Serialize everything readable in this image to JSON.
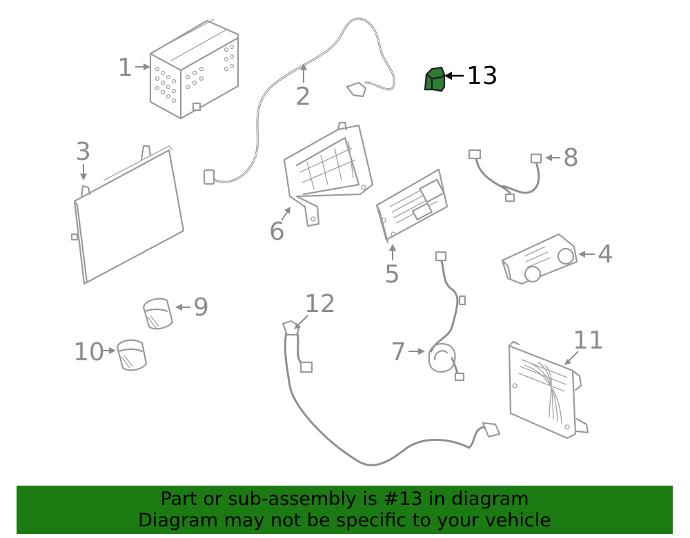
{
  "diagram": {
    "callouts": [
      {
        "number": "1"
      },
      {
        "number": "2"
      },
      {
        "number": "3"
      },
      {
        "number": "4"
      },
      {
        "number": "5"
      },
      {
        "number": "6"
      },
      {
        "number": "7"
      },
      {
        "number": "8"
      },
      {
        "number": "9"
      },
      {
        "number": "10"
      },
      {
        "number": "11"
      },
      {
        "number": "12"
      },
      {
        "number": "13"
      }
    ],
    "highlighted_part": "13",
    "highlight_color": "#2e7d32"
  },
  "banner": {
    "line1": "Part or sub-assembly is #13 in diagram",
    "line2": "Diagram may not be specific to your vehicle",
    "background": "#1b7a12"
  }
}
